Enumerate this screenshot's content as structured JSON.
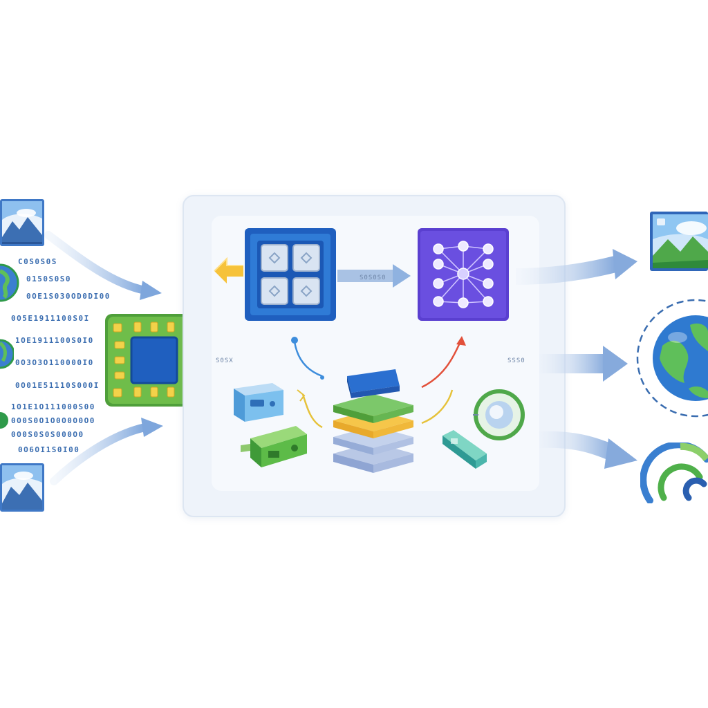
{
  "binary_stream": [
    "C0S0S0S",
    "0150S0S0",
    "0OE1S030OD0DI00",
    "0O5E1911100S0I",
    "1OE1911100S0I0",
    "0O3O3O110000I0",
    "0O01E51110S000I",
    "1O1E1O111000S00",
    "0O0S0O1O0O0O0O0",
    "0O0S0S0S000O0",
    "0O6OI1S0I00"
  ],
  "pipeline_label": "S0S0S0",
  "panel_label_left": "S0SX",
  "panel_label_right": "SSS0",
  "colors": {
    "chip_blue": "#1f5fbf",
    "network_purple": "#5a3fd0",
    "board_green": "#4f9f3a",
    "arrow_blue": "#8fb2e0",
    "panel_bg": "#eef3fa"
  },
  "icons": [
    "image-input-icon",
    "globe-icon",
    "circuit-board-icon",
    "processor-chip-icon",
    "neural-network-icon",
    "database-stack-icon",
    "server-module-icon",
    "gauge-ring-icon"
  ]
}
